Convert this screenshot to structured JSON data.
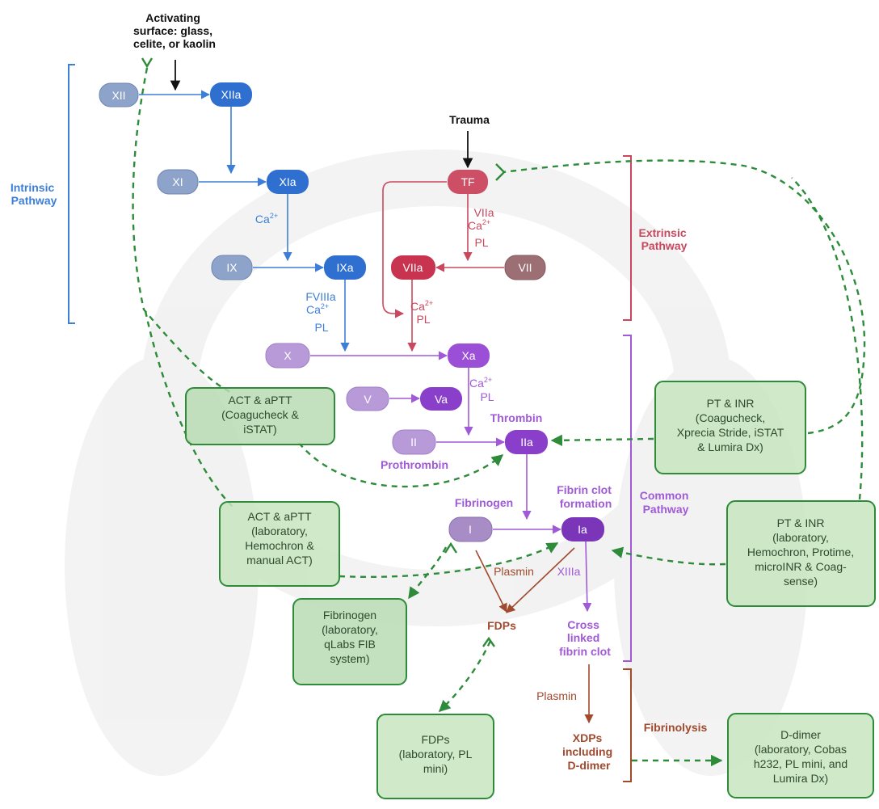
{
  "colors": {
    "intrinsic": "#3d7fd6",
    "extrinsic": "#c9485e",
    "common": "#a05ad6",
    "fibrinolysis": "#a04a2e",
    "test_green": "#2e8b3a"
  },
  "header": {
    "activating_surface": [
      "Activating",
      "surface: glass,",
      "celite, or kaolin"
    ],
    "trauma": "Trauma"
  },
  "nodes": {
    "xii": "XII",
    "xiia": "XIIa",
    "xi": "XI",
    "xia": "XIa",
    "ix": "IX",
    "ixa": "IXa",
    "x": "X",
    "xa": "Xa",
    "v": "V",
    "va": "Va",
    "ii": "II",
    "iia": "IIa",
    "i": "I",
    "ia": "Ia",
    "tf": "TF",
    "viia": "VIIa",
    "vii": "VII"
  },
  "pathways": {
    "intrinsic": [
      "Intrinsic",
      "Pathway"
    ],
    "extrinsic": [
      "Extrinsic",
      "Pathway"
    ],
    "common": [
      "Common",
      "Pathway"
    ],
    "fibrinolysis": "Fibrinolysis"
  },
  "labels": {
    "ca_xia": "Ca",
    "fviiia": [
      "FVIIIa",
      "Ca",
      "PL"
    ],
    "viia_ca_pl": [
      "VIIa",
      "Ca",
      "PL"
    ],
    "ca_pl_viia": [
      "Ca",
      "PL"
    ],
    "ca_pl_xa": [
      "Ca",
      "PL"
    ],
    "sup": "2+",
    "thrombin": "Thrombin",
    "prothrombin": "Prothrombin",
    "fibrinogen": "Fibrinogen",
    "fibrin_clot": [
      "Fibrin clot",
      "formation"
    ],
    "plasmin_1": "Plasmin",
    "xiiia": "XIIIa",
    "fdps": "FDPs",
    "cross_linked": [
      "Cross",
      "linked",
      "fibrin clot"
    ],
    "plasmin_2": "Plasmin",
    "xdps": [
      "XDPs",
      "including",
      "D-dimer"
    ]
  },
  "tests": {
    "act_poc": [
      "ACT & aPTT",
      "(Coagucheck &",
      "iSTAT)"
    ],
    "act_lab": [
      "ACT & aPTT",
      "(laboratory,",
      "Hemochron &",
      "manual ACT)"
    ],
    "fibrinogen": [
      "Fibrinogen",
      "(laboratory,",
      "qLabs FIB",
      "system)"
    ],
    "fdps": [
      "FDPs",
      "(laboratory, PL",
      "mini)"
    ],
    "pt_poc": [
      "PT & INR",
      "(Coagucheck,",
      "Xprecia Stride, iSTAT",
      "& Lumira Dx)"
    ],
    "pt_lab": [
      "PT & INR",
      "(laboratory,",
      "Hemochron, Protime,",
      "microINR & Coag-",
      "sense)"
    ],
    "ddimer": [
      "D-dimer",
      "(laboratory, Cobas",
      "h232, PL mini, and",
      "Lumira Dx)"
    ]
  }
}
